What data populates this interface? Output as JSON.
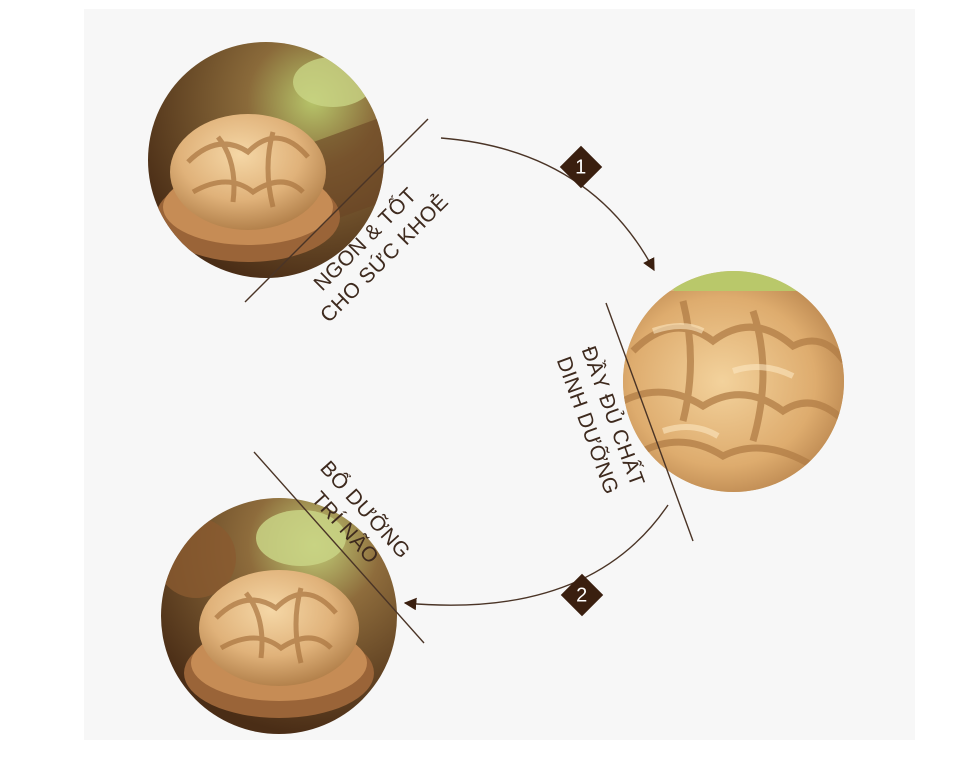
{
  "steps": [
    {
      "line1": "NGON & TỐT",
      "line2": "CHO SỨC KHOẺ"
    },
    {
      "line1": "ĐẦY ĐỦ CHẤT",
      "line2": "DINH DƯỠNG"
    },
    {
      "line1": "BỔ DƯỠNG",
      "line2": "TRÍ NÃO"
    }
  ],
  "badges": [
    "1",
    "2"
  ],
  "colors": {
    "text": "#3e2a1e",
    "badge": "#3a1f0f",
    "line": "#4a3426",
    "background": "#f7f7f7"
  },
  "icons": [
    "walnut-photo",
    "walnut-closeup-photo",
    "arrow-icon"
  ]
}
